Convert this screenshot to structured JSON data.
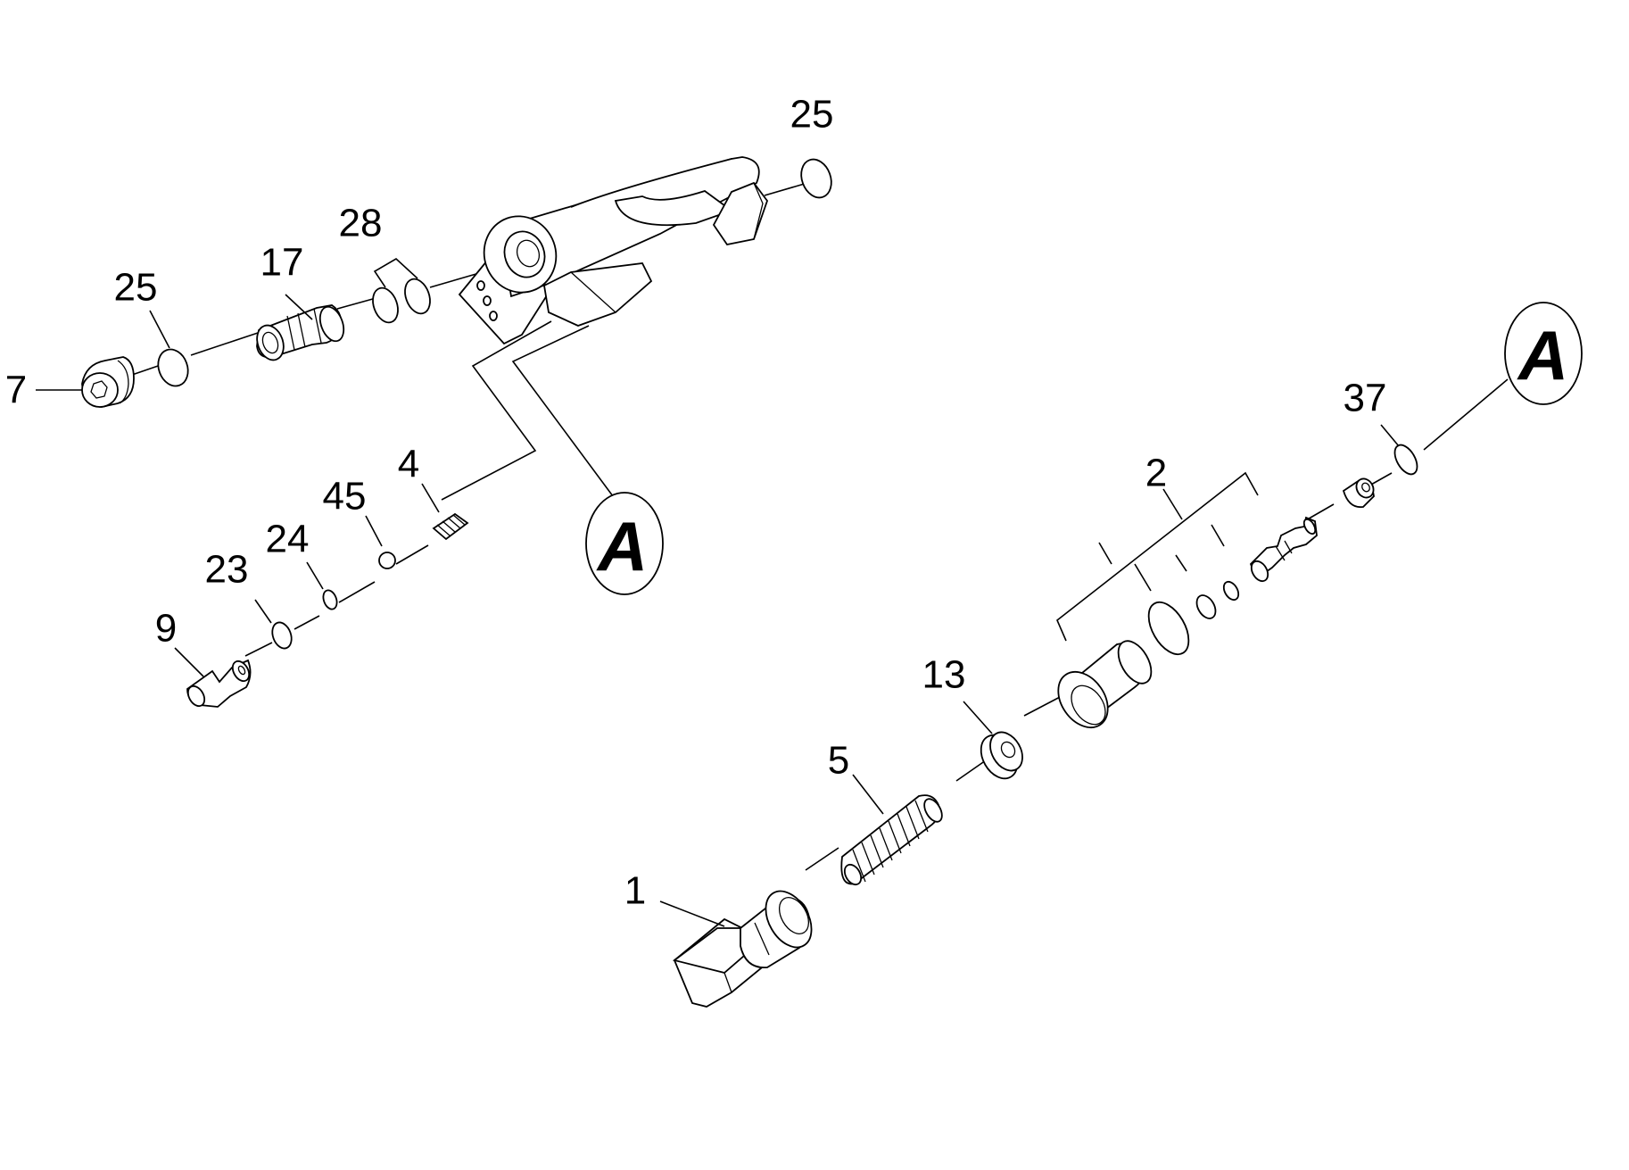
{
  "callouts": {
    "c25_top": "25",
    "c28": "28",
    "c17": "17",
    "c25_left": "25",
    "c7": "7",
    "c4": "4",
    "c45": "45",
    "c24": "24",
    "c23": "23",
    "c9": "9",
    "c2": "2",
    "c37": "37",
    "c13": "13",
    "c5": "5",
    "c1": "1"
  },
  "reference_markers": {
    "left": "A",
    "right": "A"
  }
}
